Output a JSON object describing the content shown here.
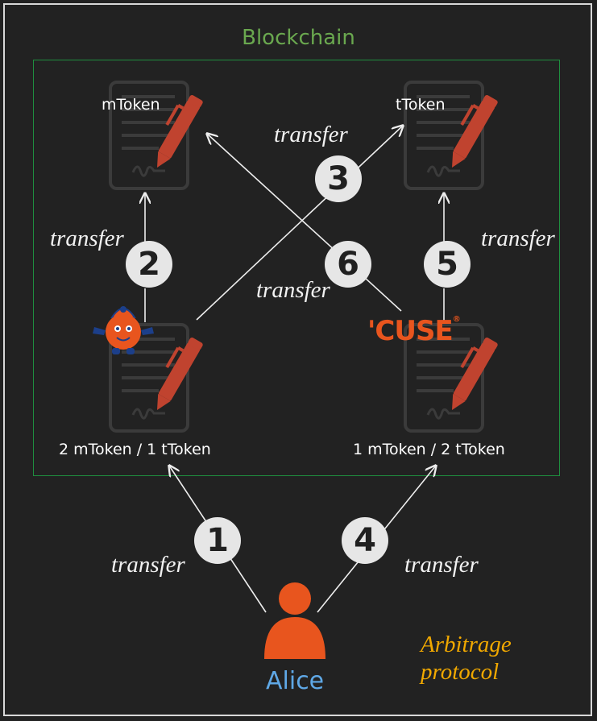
{
  "blockchain_title": "Blockchain",
  "contracts": {
    "m_token": "mToken",
    "t_token": "tToken",
    "pool_left": "2 mToken / 1 tToken",
    "pool_right": "1 mToken / 2 tToken"
  },
  "transfer_label": "transfer",
  "steps": [
    "1",
    "2",
    "3",
    "4",
    "5",
    "6"
  ],
  "user": {
    "name": "Alice"
  },
  "protocol": {
    "line1": "Arbitrage",
    "line2": "protocol"
  },
  "logos": {
    "cuse": "'CUSE",
    "cuse_mark": "®"
  },
  "colors": {
    "accent": "#e8551e",
    "blockchain": "#6aa84f",
    "protocol": "#f0a800",
    "alice": "#5fa8e6"
  },
  "icons": [
    "document-pen-icon",
    "person-icon",
    "orange-mascot-icon"
  ]
}
